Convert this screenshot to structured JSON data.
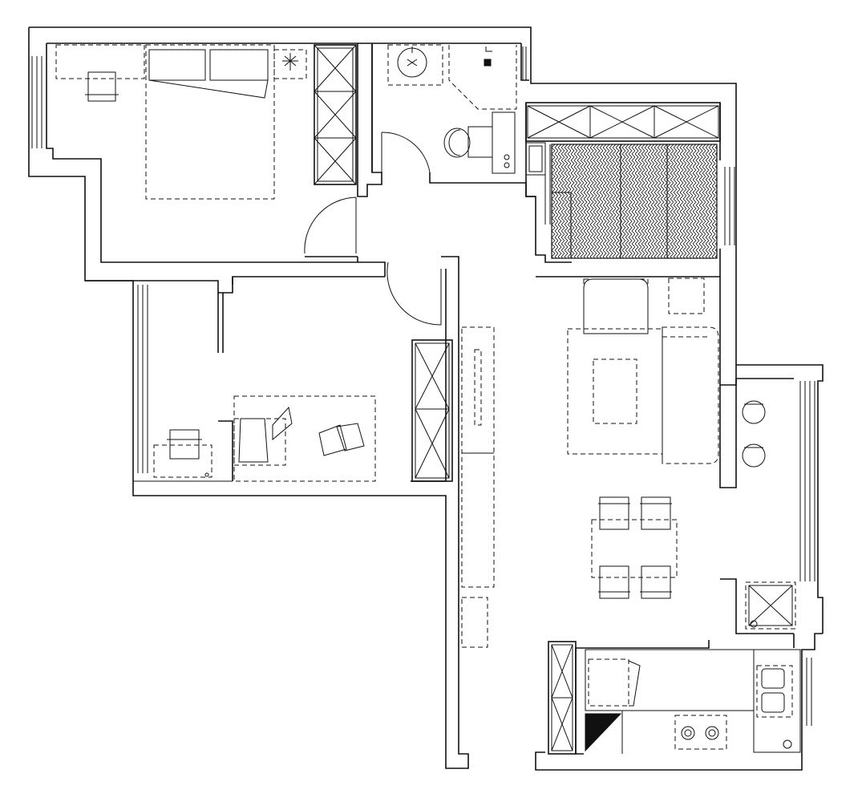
{
  "drawing": {
    "background": "#ffffff",
    "line_color": "#111111"
  },
  "rooms": [
    {
      "id": "master-bedroom"
    },
    {
      "id": "bathroom"
    },
    {
      "id": "storage-closet"
    },
    {
      "id": "second-bedroom"
    },
    {
      "id": "study-nook"
    },
    {
      "id": "corridor"
    },
    {
      "id": "living-room"
    },
    {
      "id": "dining-area"
    },
    {
      "id": "kitchen"
    },
    {
      "id": "laundry"
    }
  ]
}
